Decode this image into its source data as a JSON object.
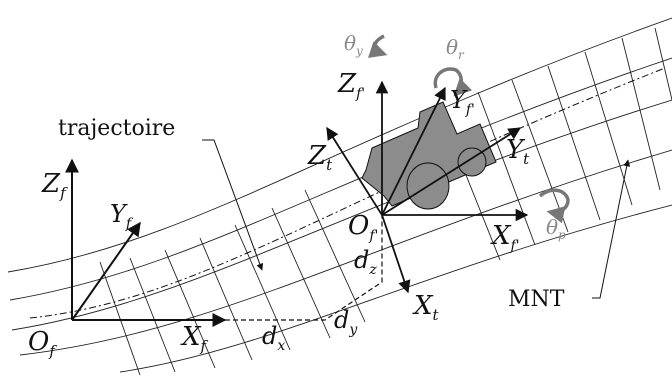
{
  "labels": {
    "trajectoire": "trajectoire",
    "mnt": "MNT",
    "Zf": {
      "main": "Z",
      "sub": "f"
    },
    "Yf": {
      "main": "Y",
      "sub": "f"
    },
    "Xf": {
      "main": "X",
      "sub": "f"
    },
    "Of": {
      "main": "O",
      "sub": "f"
    },
    "Zfp": {
      "main": "Z",
      "sub": "f'"
    },
    "Yfp": {
      "main": "Y",
      "sub": "f'"
    },
    "Xfp": {
      "main": "X",
      "sub": "f'"
    },
    "Ofp": {
      "main": "O",
      "sub": "f'"
    },
    "Zt": {
      "main": "Z",
      "sub": "t"
    },
    "Yt": {
      "main": "Y",
      "sub": "t"
    },
    "Xt": {
      "main": "X",
      "sub": "t"
    },
    "dx": {
      "main": "d",
      "sub": "x"
    },
    "dy": {
      "main": "d",
      "sub": "y"
    },
    "dz": {
      "main": "d",
      "sub": "z"
    },
    "theta_y": {
      "main": "θ",
      "sub": "y"
    },
    "theta_r": {
      "main": "θ",
      "sub": "r"
    },
    "theta_p": {
      "main": "θ",
      "sub": "p"
    }
  },
  "colors": {
    "line": "#111111",
    "grid": "#222222",
    "robot": "#8c8c8c",
    "angle": "#8a8a8a"
  }
}
